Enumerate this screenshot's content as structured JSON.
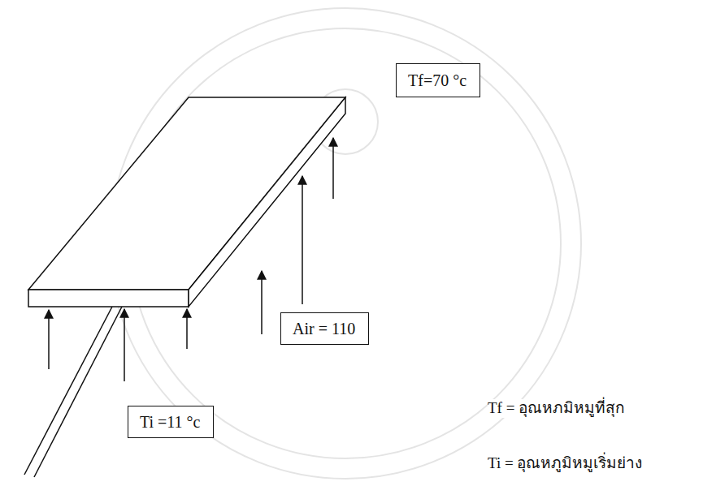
{
  "diagram": {
    "nodes": [
      {
        "text": [
          "Tf=70 °c"
        ]
      },
      {
        "text": [
          "Air = 110"
        ]
      },
      {
        "text": [
          "Ti =11 °c"
        ]
      }
    ],
    "labels": [
      "Tf =  อุณหภมิหมูที่สุก",
      "Ti =  อุณหภูมิหมูเริ่มย่าง"
    ]
  }
}
